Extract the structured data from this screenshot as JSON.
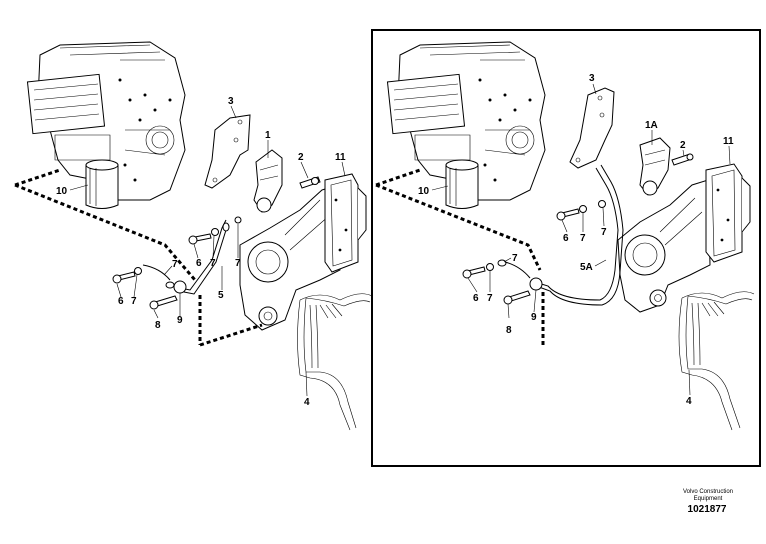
{
  "left_panel": {
    "labels": {
      "p1": "1",
      "p2": "2",
      "p3": "3",
      "p4": "4",
      "p5": "5",
      "p6a": "6",
      "p6b": "6",
      "p7a": "7",
      "p7b": "7",
      "p7c": "7",
      "p7d": "7",
      "p8": "8",
      "p9": "9",
      "p10": "10",
      "p11": "11"
    }
  },
  "right_panel": {
    "labels": {
      "p1a": "1A",
      "p2": "2",
      "p3": "3",
      "p4": "4",
      "p5a": "5A",
      "p6a": "6",
      "p6b": "6",
      "p7a": "7",
      "p7b": "7",
      "p7c": "7",
      "p7d": "7",
      "p8": "8",
      "p9": "9",
      "p10": "10",
      "p11": "11"
    }
  },
  "footer": {
    "brand_line1": "Volvo Construction",
    "brand_line2": "Equipment",
    "doc_number": "1021877"
  }
}
